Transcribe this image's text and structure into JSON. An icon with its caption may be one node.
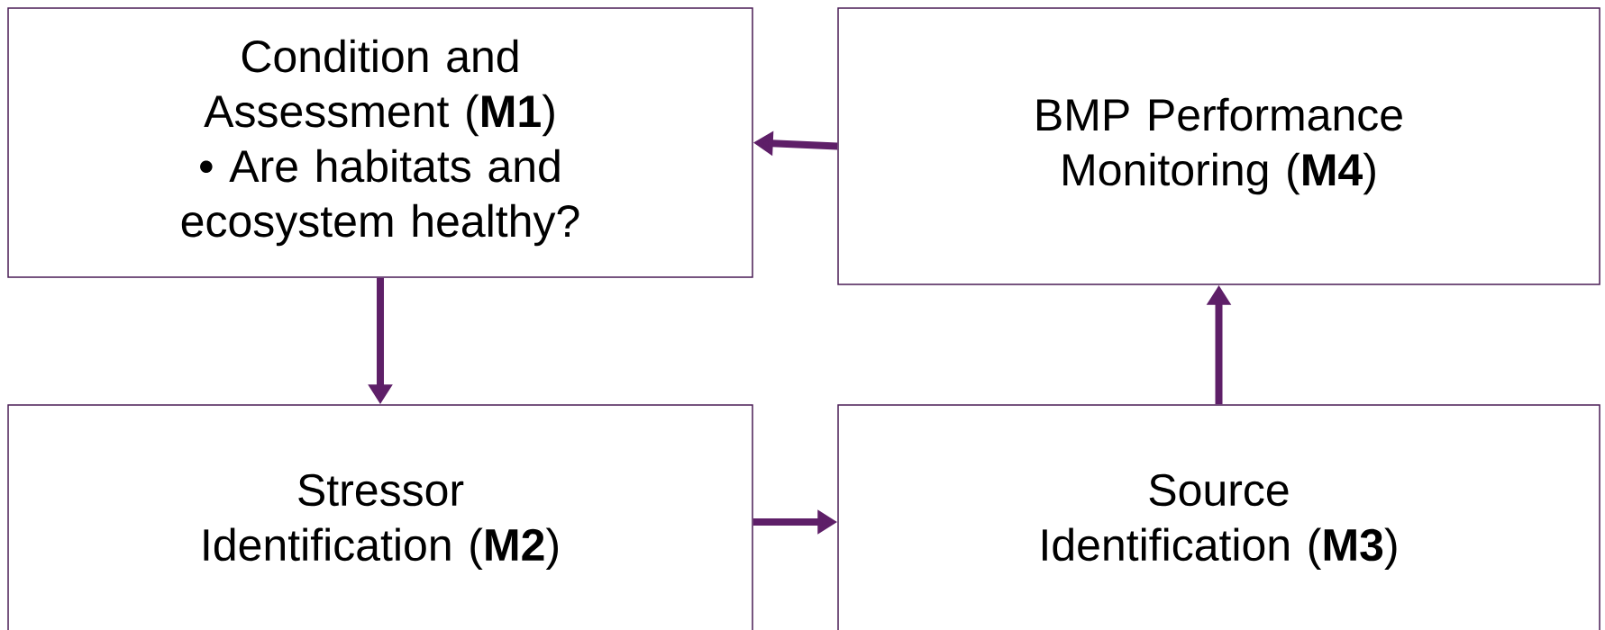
{
  "diagram": {
    "nodes": [
      {
        "text": [
          "Condition and Assessment (**M1**)",
          "• Are habitats and ecosystem healthy?"
        ]
      },
      {
        "text": [
          "BMP Performance Monitoring (**M4**)"
        ]
      },
      {
        "text": [
          "Stressor Identification (**M2**)"
        ]
      },
      {
        "text": [
          "Source Identification (**M3**)"
        ]
      }
    ],
    "edges": [
      {
        "from": 1,
        "to": 0,
        "arrow": "to"
      },
      {
        "from": 0,
        "to": 2,
        "arrow": "to"
      },
      {
        "from": 2,
        "to": 3,
        "arrow": "to"
      },
      {
        "from": 3,
        "to": 1,
        "arrow": "to"
      }
    ]
  }
}
